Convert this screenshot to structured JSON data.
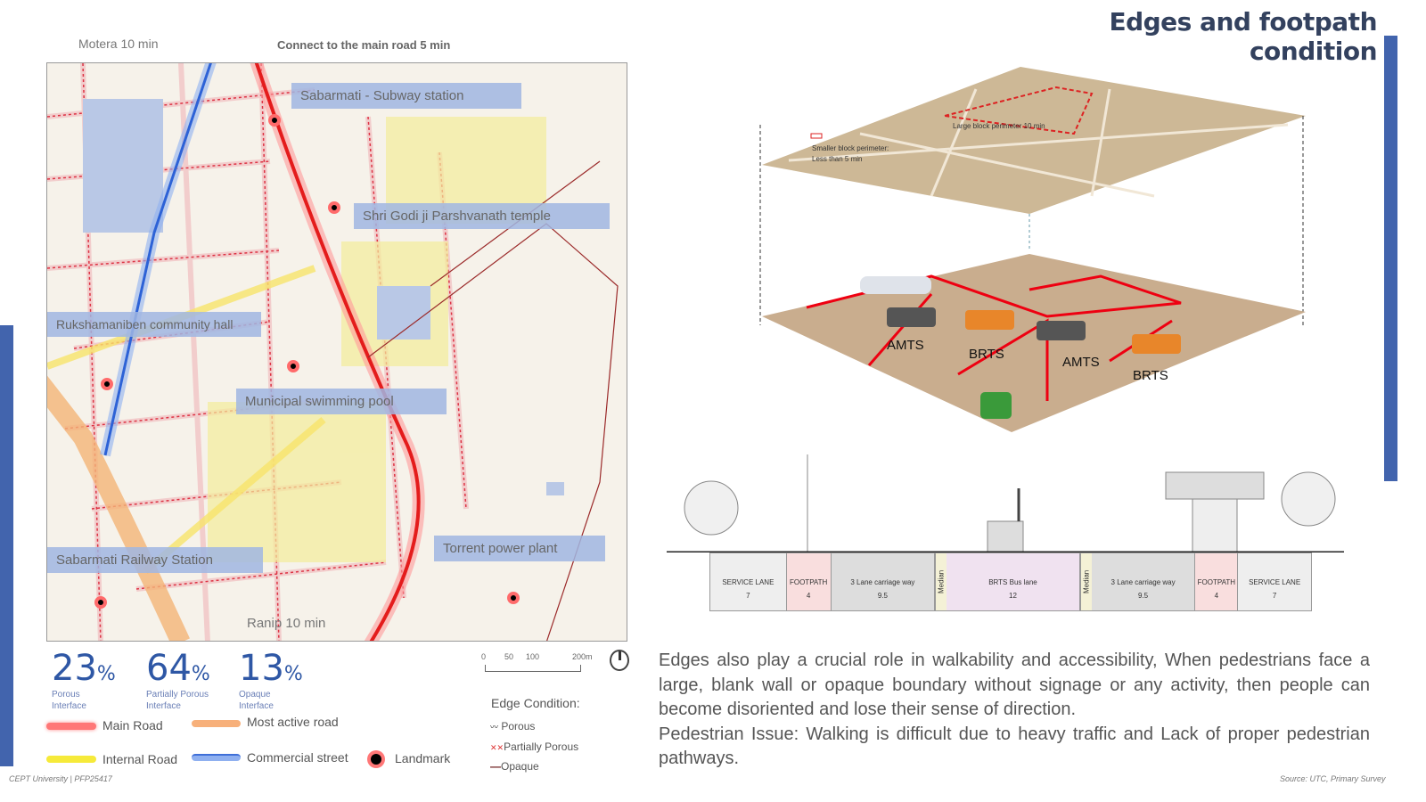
{
  "title": "Edges and footpath condition",
  "map": {
    "top_labels": {
      "motera": "Motera 10 min",
      "main_road": "Connect to the main road 5 min",
      "ranip": "Ranip 10 min"
    },
    "landmarks": [
      "Sabarmati - Subway station",
      "Shri Godi ji Parshvanath temple",
      "Rukshamaniben community hall",
      "Municipal swimming pool",
      "Sabarmati Railway Station",
      "Torrent power plant"
    ],
    "scale": {
      "ticks": [
        "0",
        "50",
        "100",
        "200m"
      ]
    }
  },
  "stats": [
    {
      "value": "23",
      "unit": "%",
      "label": "Porous Interface"
    },
    {
      "value": "64",
      "unit": "%",
      "label": "Partially Porous Interface"
    },
    {
      "value": "13",
      "unit": "%",
      "label": "Opaque Interface"
    }
  ],
  "legend": {
    "roads": [
      {
        "label": "Main Road",
        "color": "#e8202a"
      },
      {
        "label": "Most active road",
        "color": "#f4a060"
      },
      {
        "label": "Internal Road",
        "color": "#f6ea3a"
      },
      {
        "label": "Commercial street",
        "color": "#3f6fd8"
      },
      {
        "label": "Landmark",
        "color": "#000000"
      }
    ],
    "edge_title": "Edge Condition:",
    "edges": [
      {
        "label": "Porous",
        "symbol": "〰"
      },
      {
        "label": "Partially Porous",
        "symbol": "✕✕"
      },
      {
        "label": "Opaque",
        "symbol": "—"
      }
    ]
  },
  "diagram": {
    "top_labels": {
      "large": "Large block perimeter 10 min",
      "small_1": "Smaller block perimeter:",
      "small_2": "Less than 5 min"
    },
    "vehicles": [
      "AMTS",
      "BRTS",
      "AMTS",
      "BRTS"
    ]
  },
  "section": [
    {
      "label": "SERVICE LANE",
      "width": "7"
    },
    {
      "label": "FOOTPATH",
      "width": "4"
    },
    {
      "label": "3 Lane carriage way",
      "width": "9.5"
    },
    {
      "label": "Median",
      "width": ""
    },
    {
      "label": "BRTS Bus lane",
      "width": "12"
    },
    {
      "label": "Median",
      "width": ""
    },
    {
      "label": "3 Lane carriage way",
      "width": "9.5"
    },
    {
      "label": "FOOTPATH",
      "width": "4"
    },
    {
      "label": "SERVICE LANE",
      "width": "7"
    }
  ],
  "description": {
    "p1": "Edges also play a crucial role in walkability and accessibility, When pedestrians face a large, blank wall or opaque boundary without signage or any activity, then people can become disoriented and lose their sense of direction.",
    "p2": "Pedestrian Issue: Walking is difficult due to heavy traffic and Lack of proper pedestrian pathways."
  },
  "footer": {
    "left": "CEPT University | PFP25417",
    "right": "Source: UTC, Primary Survey"
  }
}
